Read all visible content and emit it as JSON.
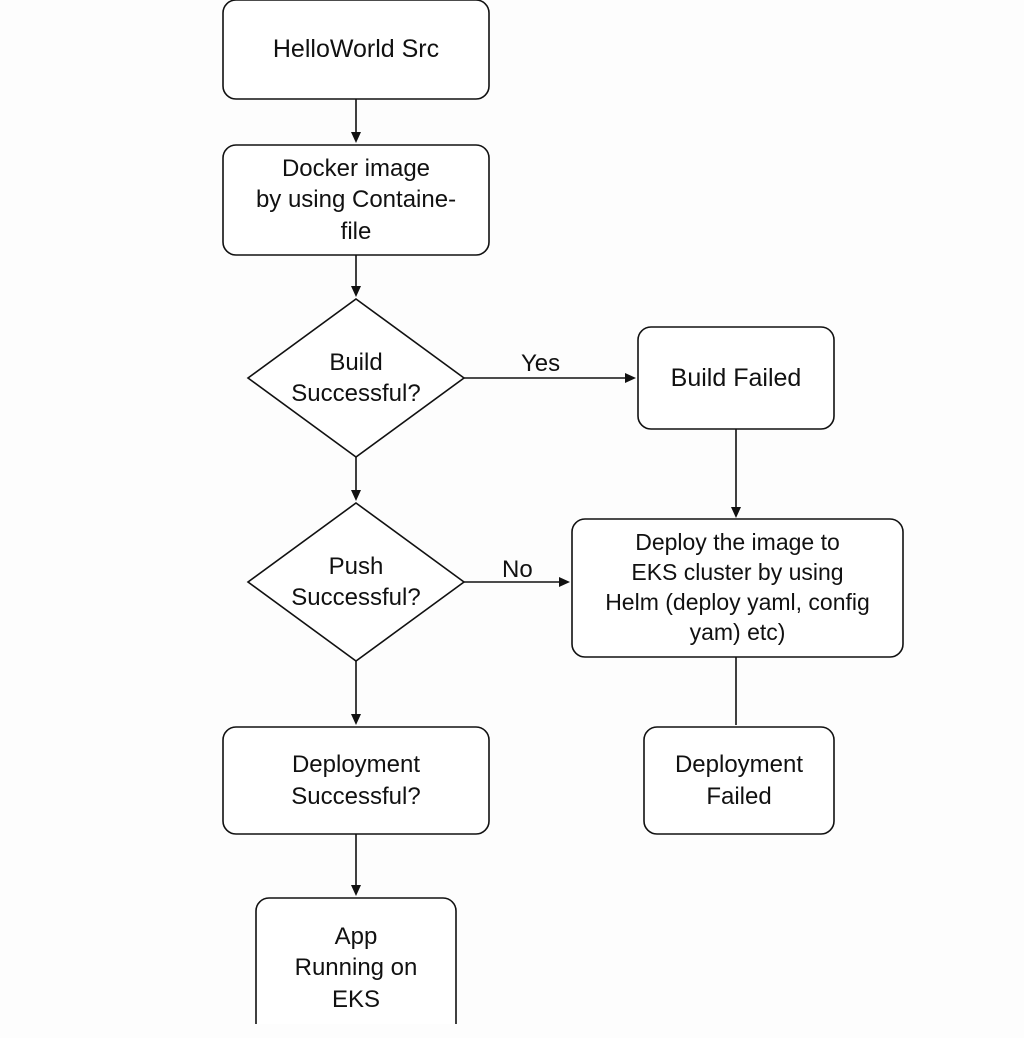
{
  "diagram": {
    "nodes": [
      {
        "id": "src",
        "shape": "rounded-rect",
        "lines": [
          "HelloWorld Src"
        ]
      },
      {
        "id": "docker",
        "shape": "rounded-rect",
        "lines": [
          "Docker image",
          "by using Containe-",
          "file"
        ]
      },
      {
        "id": "build",
        "shape": "diamond",
        "lines": [
          "Build",
          "Successful?"
        ]
      },
      {
        "id": "build-failed",
        "shape": "rounded-rect",
        "lines": [
          "Build Failed"
        ]
      },
      {
        "id": "push",
        "shape": "diamond",
        "lines": [
          "Push",
          "Successful?"
        ]
      },
      {
        "id": "deploy",
        "shape": "rounded-rect",
        "lines": [
          "Deploy the image to",
          "EKS cluster by using",
          "Helm (deploy yaml, config",
          "yam) etc)"
        ]
      },
      {
        "id": "deploy-success",
        "shape": "rounded-rect",
        "lines": [
          "Deployment",
          "Successful?"
        ]
      },
      {
        "id": "deploy-failed",
        "shape": "rounded-rect",
        "lines": [
          "Deployment",
          "Failed"
        ]
      },
      {
        "id": "app",
        "shape": "rounded-rect",
        "lines": [
          "App",
          "Running on",
          "EKS"
        ]
      }
    ],
    "edges": [
      {
        "from": "src",
        "to": "docker",
        "label": "",
        "arrow": true
      },
      {
        "from": "docker",
        "to": "build",
        "label": "",
        "arrow": true
      },
      {
        "from": "build",
        "to": "build-failed",
        "label": "Yes",
        "arrow": true
      },
      {
        "from": "build",
        "to": "push",
        "label": "",
        "arrow": true
      },
      {
        "from": "build-failed",
        "to": "deploy",
        "label": "",
        "arrow": true
      },
      {
        "from": "push",
        "to": "deploy",
        "label": "No",
        "arrow": true
      },
      {
        "from": "push",
        "to": "deploy-success",
        "label": "",
        "arrow": true
      },
      {
        "from": "deploy",
        "to": "deploy-failed",
        "label": "",
        "arrow": false
      },
      {
        "from": "deploy-success",
        "to": "app",
        "label": "",
        "arrow": true
      }
    ]
  }
}
